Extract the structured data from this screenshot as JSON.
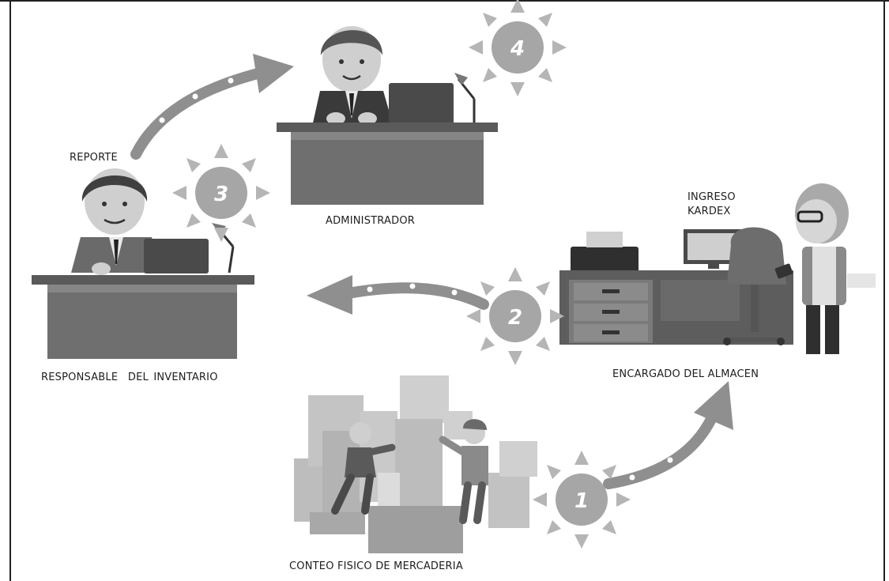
{
  "labels": {
    "reporte": "REPORTE",
    "administrador": "ADMINISTRADOR",
    "ingreso": "INGRESO",
    "kardex": "KARDEX",
    "responsable": "RESPONSABLE  DEL INVENTARIO",
    "encargado": "ENCARGADO DEL ALMACEN",
    "conteo": "CONTEO FISICO DE MERCADERIA"
  },
  "steps": [
    {
      "num": "1"
    },
    {
      "num": "2"
    },
    {
      "num": "3"
    },
    {
      "num": "4"
    }
  ],
  "colors": {
    "sun": "#a6a6a6",
    "sun_ray": "#b5b5b5",
    "arrow": "#8f8f8f",
    "desk": "#6f6f6f",
    "desk_top": "#5a5a5a",
    "suit": "#3a3a3a",
    "skin": "#cfcfcf",
    "hair": "#555555",
    "box": "#c4c4c4"
  }
}
